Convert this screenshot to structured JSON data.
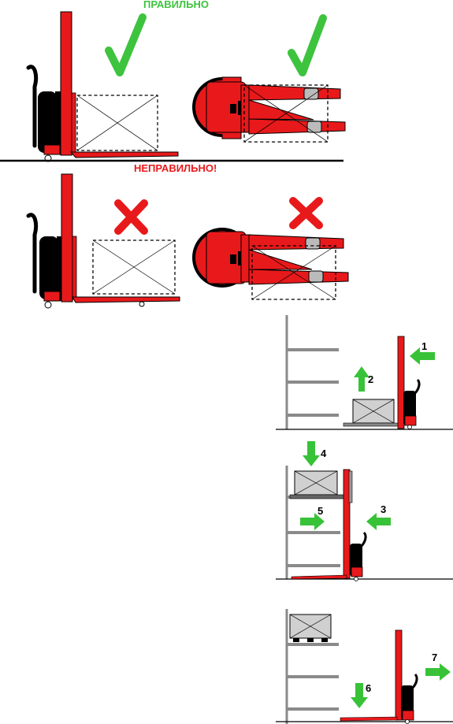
{
  "headings": {
    "correct": "ПРАВИЛЬНО",
    "incorrect": "НЕПРАВИЛЬНО!",
    "correct_color": "#3ec33e",
    "incorrect_color": "#e8191b"
  },
  "steps": {
    "s1": "1",
    "s2": "2",
    "s3": "3",
    "s4": "4",
    "s5": "5",
    "s6": "6",
    "s7": "7"
  },
  "colors": {
    "truck_red": "#e8191b",
    "arrow_green": "#38c238",
    "check_green": "#3ec33e",
    "cross_red": "#e8191b",
    "load_gray": "#d0d0d0",
    "shelf_gray": "#8a8a8a"
  },
  "icons": {
    "check": "check-mark-icon",
    "cross": "cross-mark-icon"
  }
}
